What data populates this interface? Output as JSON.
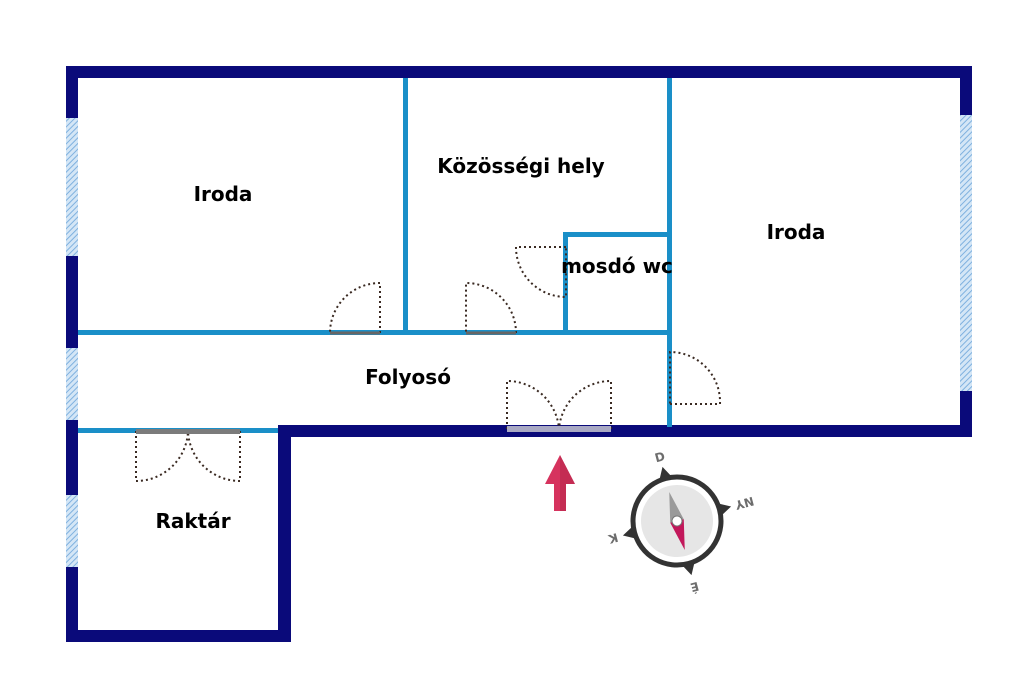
{
  "rooms": {
    "iroda_left": "Iroda",
    "kozossegi": "Közösségi hely",
    "mosdo": "mosdó wc",
    "iroda_right": "Iroda",
    "folyoso": "Folyosó",
    "raktar": "Raktár"
  },
  "compass": {
    "north": "É",
    "east": "K",
    "south": "D",
    "west": "NY"
  },
  "colors": {
    "outer_wall": "#0a0a7a",
    "inner_wall": "#1a8fc8",
    "window": "#a8c8e8",
    "entrance_arrow": "#d6335e",
    "compass_ring": "#333333",
    "compass_face": "#e6e6e6"
  },
  "icons": {
    "entrance": "entrance-arrow-icon",
    "compass": "compass-icon"
  }
}
